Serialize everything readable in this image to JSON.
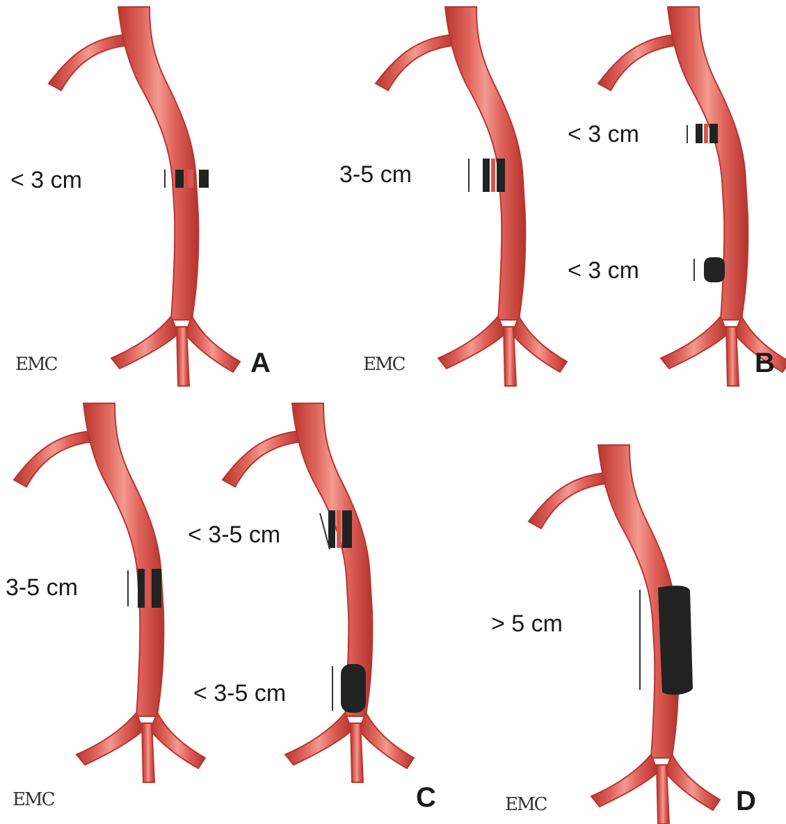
{
  "panels": {
    "A": {
      "letter": "A",
      "logo": "EMC",
      "segments": [
        {
          "label": "< 3 cm"
        }
      ]
    },
    "B": {
      "letter": "B",
      "logo": "EMC",
      "segments_left": [
        {
          "label": "3-5 cm"
        }
      ],
      "segments_right": [
        {
          "label": "< 3 cm"
        },
        {
          "label": "< 3 cm"
        }
      ]
    },
    "C": {
      "letter": "C",
      "logo": "EMC",
      "segments_left": [
        {
          "label": "3-5 cm"
        }
      ],
      "segments_right": [
        {
          "label": "< 3-5 cm"
        },
        {
          "label": "< 3-5 cm"
        }
      ]
    },
    "D": {
      "letter": "D",
      "logo": "EMC",
      "segments": [
        {
          "label": "> 5 cm"
        }
      ]
    }
  },
  "colors": {
    "artery": "#d8564e",
    "artery_edge": "#b8362f",
    "highlight": "#f3a49c",
    "lesion": "#222222",
    "text": "#1a1a1a"
  }
}
